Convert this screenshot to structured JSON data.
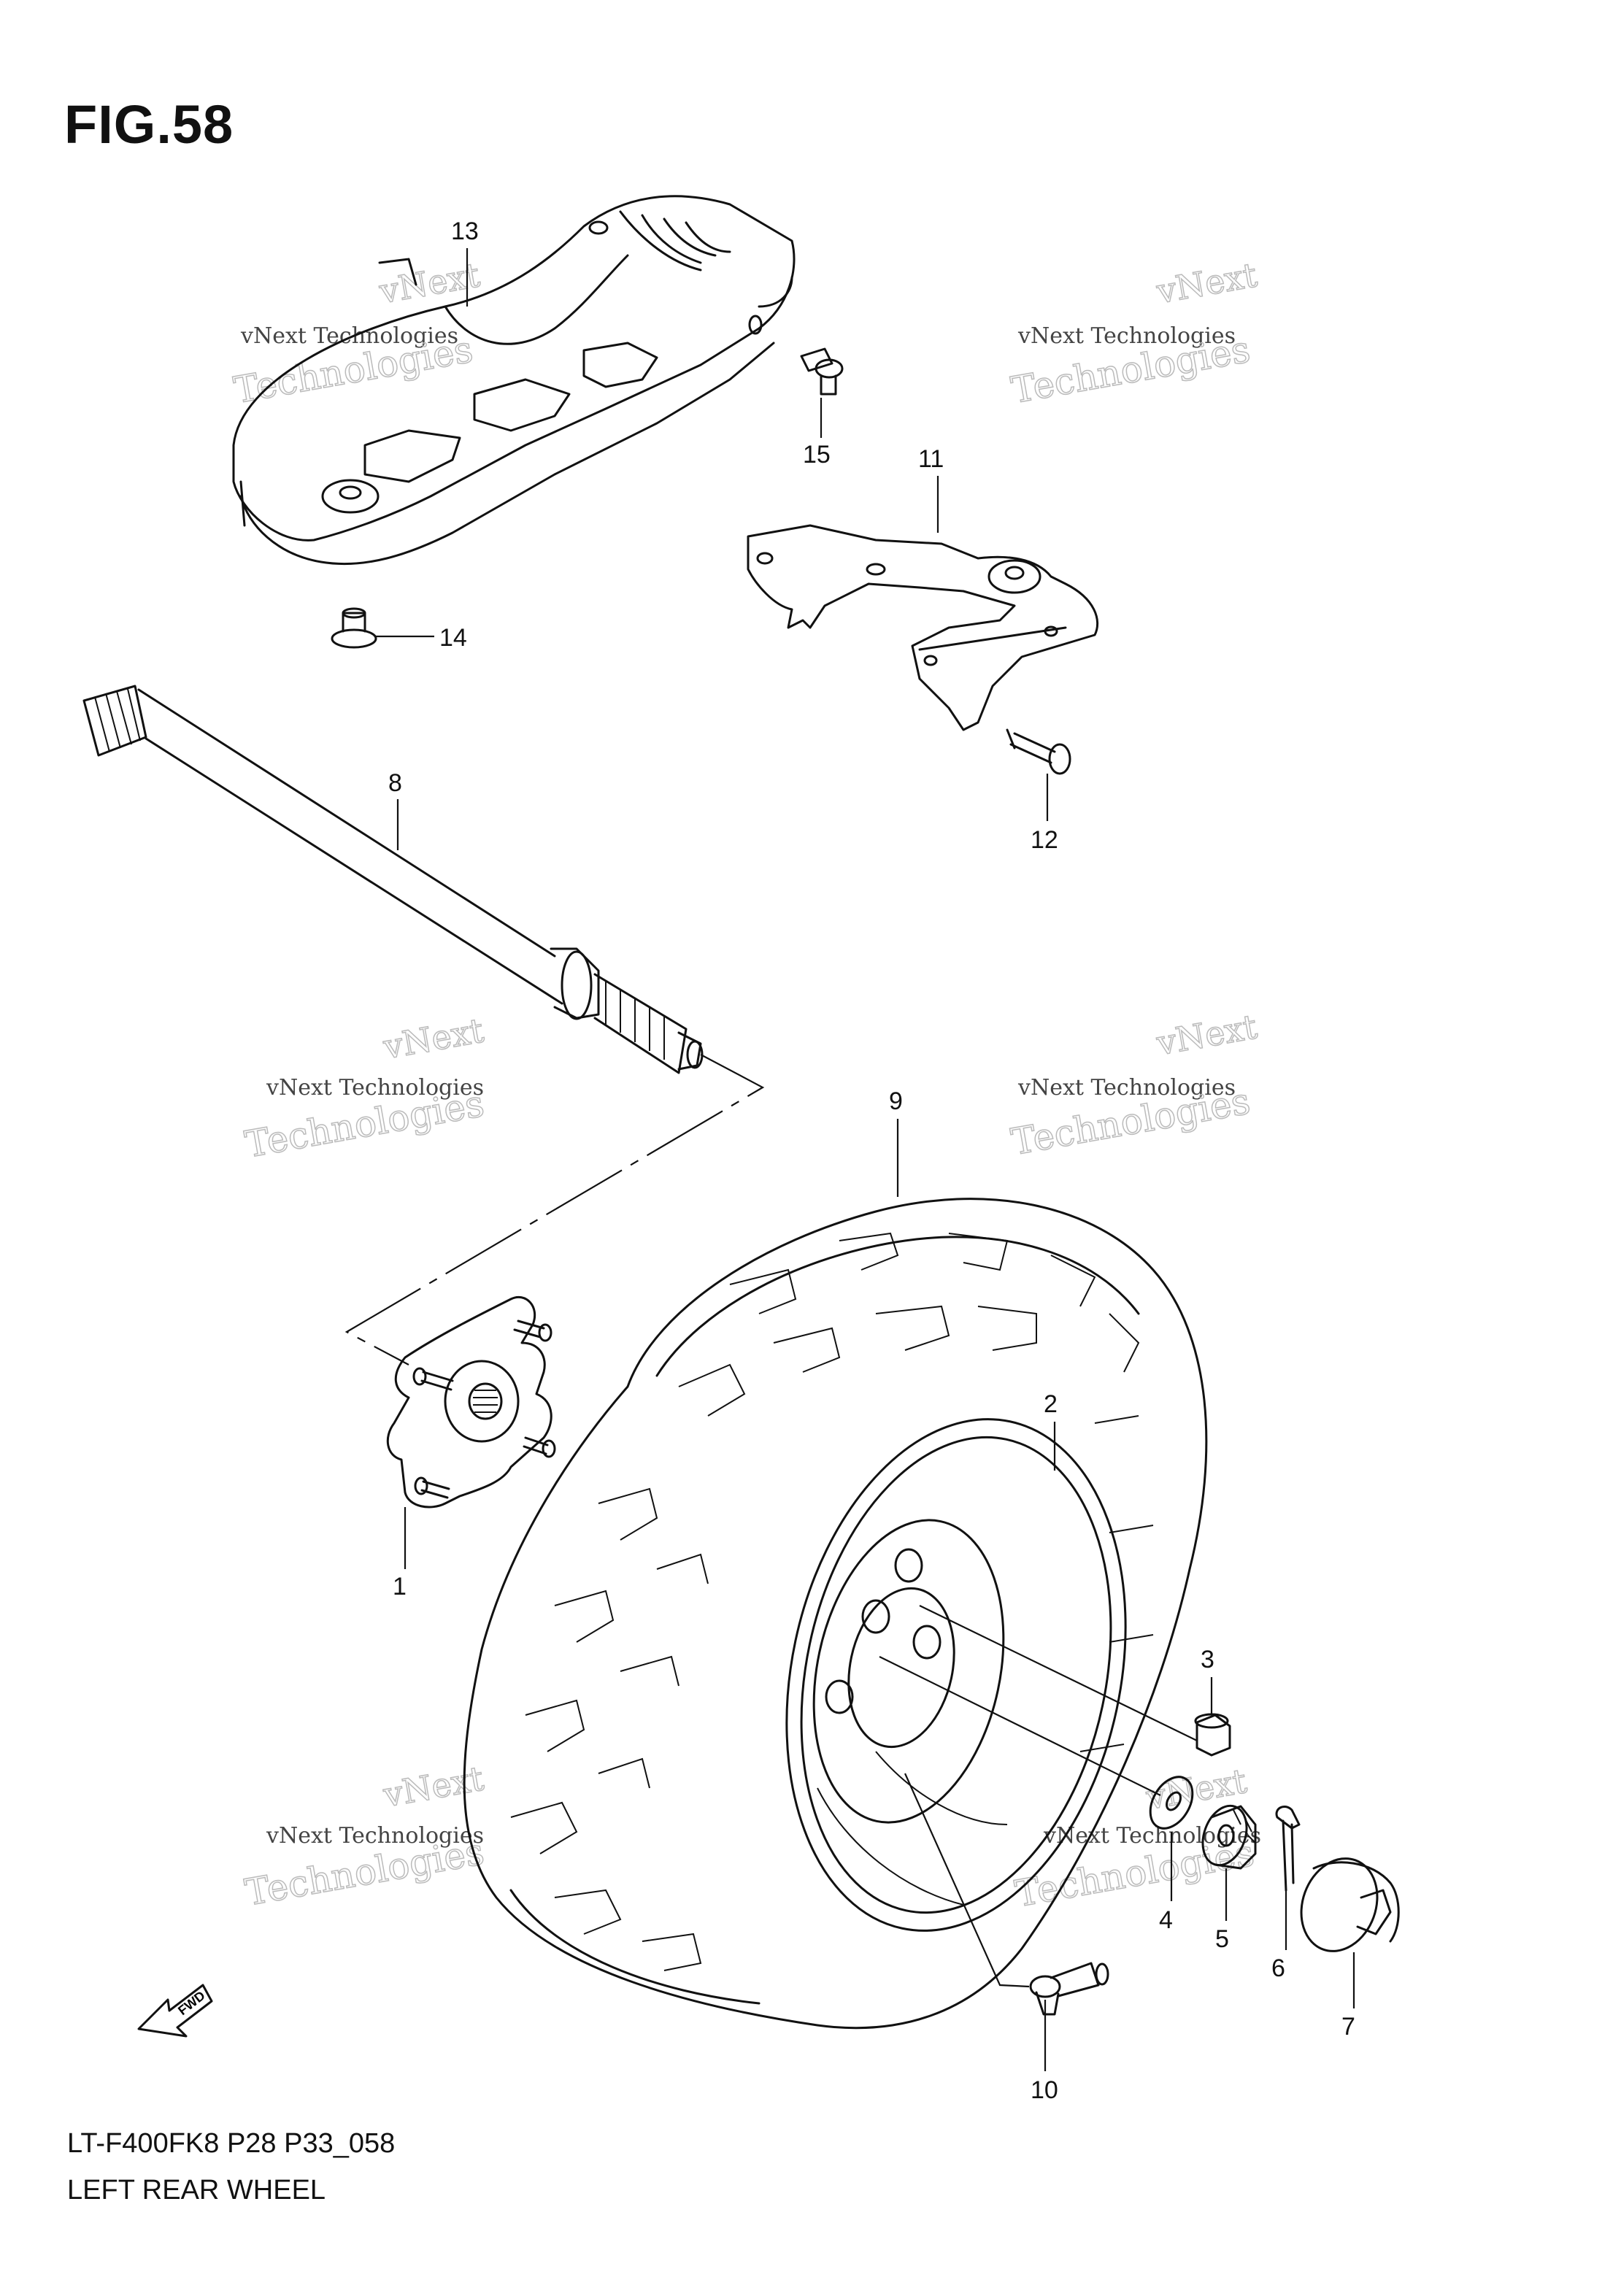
{
  "figure": {
    "title": "FIG.58",
    "model_code": "LT-F400FK8 P28 P33_058",
    "caption": "LEFT REAR WHEEL"
  },
  "watermark": {
    "small_text": "vNext Technologies",
    "large_line1": "vNext",
    "large_line2": "Technologies"
  },
  "fwd_label": "FWD",
  "callouts": {
    "c1": "1",
    "c2": "2",
    "c3": "3",
    "c4": "4",
    "c5": "5",
    "c6": "6",
    "c7": "7",
    "c8": "8",
    "c9": "9",
    "c10": "10",
    "c11": "11",
    "c12": "12",
    "c13": "13",
    "c14": "14",
    "c15": "15"
  },
  "colors": {
    "ink": "#111111",
    "watermark": "#b8b8b8",
    "background": "#ffffff"
  }
}
